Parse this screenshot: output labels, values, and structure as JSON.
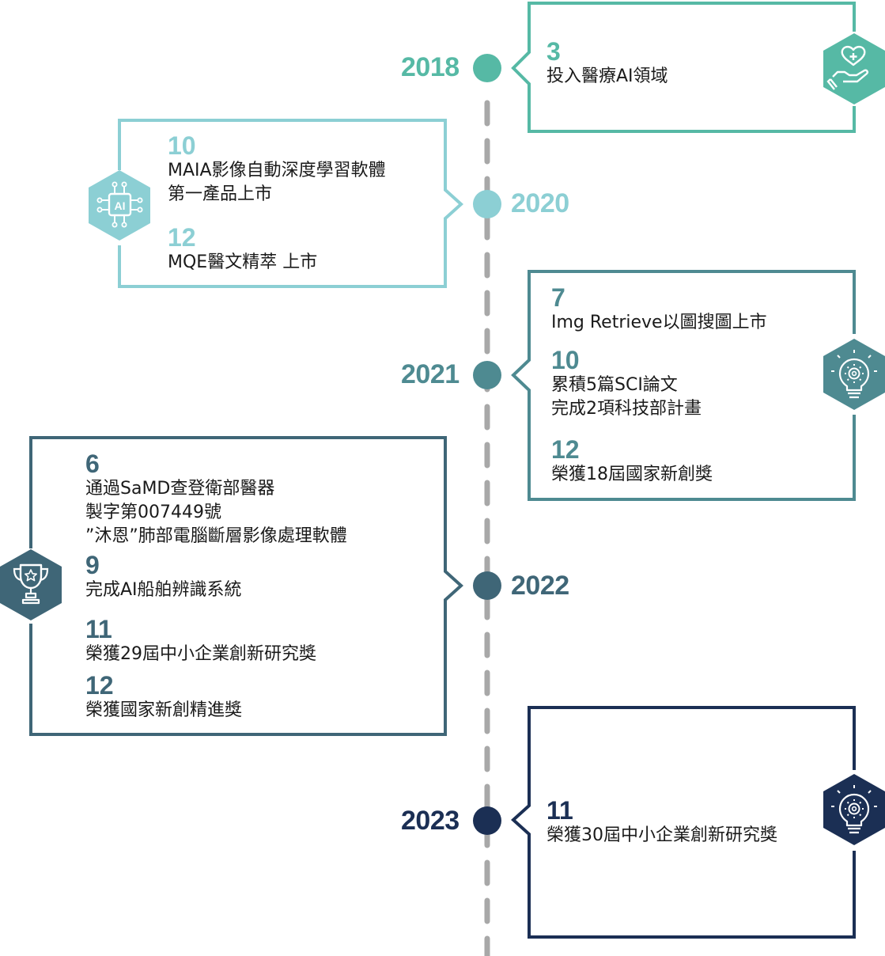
{
  "colors": {
    "c2018": "#56b9a5",
    "c2020": "#8ccfd4",
    "c2021": "#4e8a91",
    "c2022": "#3f6677",
    "c2023": "#1b2f54",
    "axis": "#a8a8a8"
  },
  "timeline": [
    {
      "year": "2018",
      "icon": "hand-heart-medical-icon",
      "events": [
        {
          "month": "3",
          "lines": [
            "投入醫療AI領域"
          ]
        }
      ]
    },
    {
      "year": "2020",
      "icon": "ai-chip-icon",
      "icon_text": "AI",
      "events": [
        {
          "month": "10",
          "lines": [
            "MAIA影像自動深度學習軟體",
            "第一產品上市"
          ]
        },
        {
          "month": "12",
          "lines": [
            "MQE醫文精萃  上市"
          ]
        }
      ]
    },
    {
      "year": "2021",
      "icon": "lightbulb-gear-icon",
      "events": [
        {
          "month": "7",
          "lines": [
            "Img Retrieve以圖搜圖上市"
          ]
        },
        {
          "month": "10",
          "lines": [
            "累積5篇SCI論文",
            "完成2項科技部計畫"
          ]
        },
        {
          "month": "12",
          "lines": [
            "榮獲18屆國家新創獎"
          ]
        }
      ]
    },
    {
      "year": "2022",
      "icon": "trophy-icon",
      "events": [
        {
          "month": "6",
          "lines": [
            "通過SaMD查登衛部醫器",
            "製字第007449號",
            "”沐恩”肺部電腦斷層影像處理軟體"
          ]
        },
        {
          "month": "9",
          "lines": [
            "完成AI船舶辨識系統"
          ]
        },
        {
          "month": "11",
          "lines": [
            "榮獲29屆中小企業創新研究獎"
          ]
        },
        {
          "month": "12",
          "lines": [
            "榮獲國家新創精進獎"
          ]
        }
      ]
    },
    {
      "year": "2023",
      "icon": "lightbulb-gear-icon",
      "events": [
        {
          "month": "11",
          "lines": [
            "榮獲30屆中小企業創新研究獎"
          ]
        }
      ]
    }
  ]
}
